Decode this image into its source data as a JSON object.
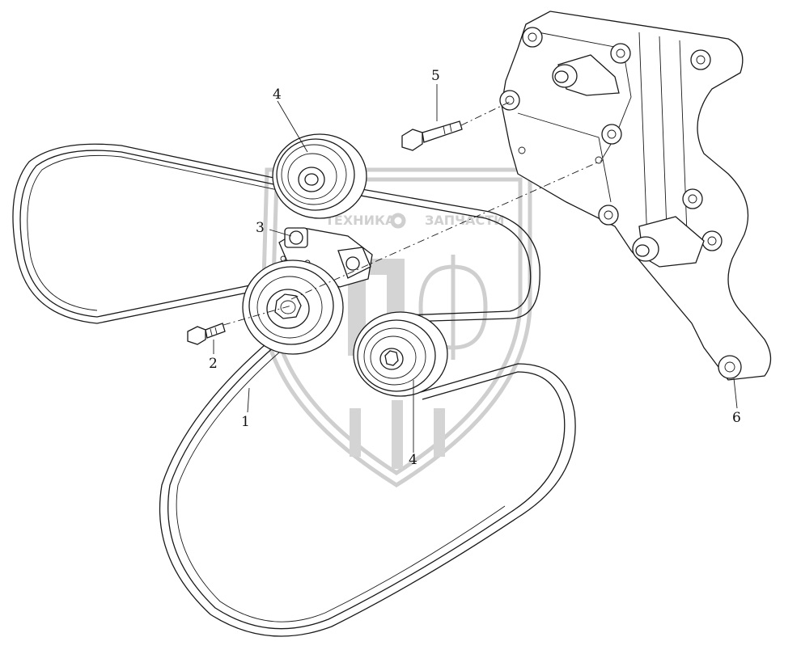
{
  "diagram": {
    "callouts": {
      "belt": "1",
      "bolt_small": "2",
      "tensioner": "3",
      "pulley_upper": "4",
      "pulley_lower": "4",
      "bolt_long": "5",
      "bracket": "6"
    },
    "watermark": {
      "text_left": "ТЕХНИКА",
      "text_right": "ЗАПЧАСТИ",
      "letters": "ПФ"
    }
  }
}
